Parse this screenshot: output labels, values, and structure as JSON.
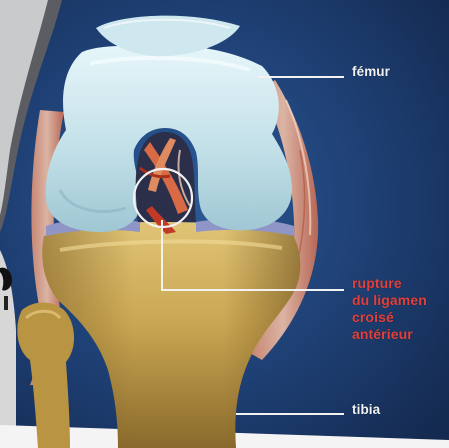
{
  "labels": {
    "femur": "fémur",
    "rupture_lines": [
      "rupture",
      "du ligamen",
      "croisé",
      "antérieur"
    ],
    "tibia": "tibia"
  },
  "colors": {
    "background": "#1f3f72",
    "bone": "#c2dfe6",
    "tibia_bone": "#c9a955",
    "ligament": "#c8452d",
    "label_white": "#f2f2f2",
    "label_red": "#e2413b"
  }
}
